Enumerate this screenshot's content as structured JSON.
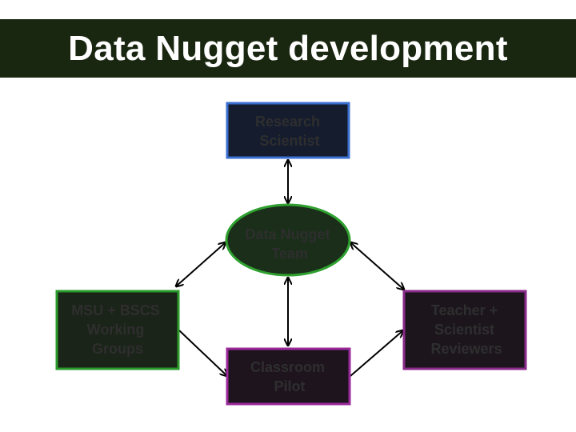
{
  "slide": {
    "title": "Data Nugget development"
  },
  "diagram": {
    "nodes": {
      "research_scientist": {
        "lines": [
          "Research",
          "Scientist"
        ],
        "fill": "#141c2e",
        "stroke": "#3a6fd0"
      },
      "data_nugget_team": {
        "lines": [
          "Data Nugget",
          "Team"
        ],
        "fill": "#1a2e1a",
        "stroke": "#2fa02f"
      },
      "msu_bscs": {
        "lines": [
          "MSU + BSCS",
          "Working",
          "Groups"
        ],
        "fill": "#1a2418",
        "stroke": "#2a9a2a"
      },
      "classroom_pilot": {
        "lines": [
          "Classroom",
          "Pilot"
        ],
        "fill": "#1e141e",
        "stroke": "#9a2a9a"
      },
      "teacher_scientist": {
        "lines": [
          "Teacher +",
          "Scientist",
          "Reviewers"
        ],
        "fill": "#1c161c",
        "stroke": "#8a2a8a"
      }
    },
    "arrow_color": "#000000"
  }
}
